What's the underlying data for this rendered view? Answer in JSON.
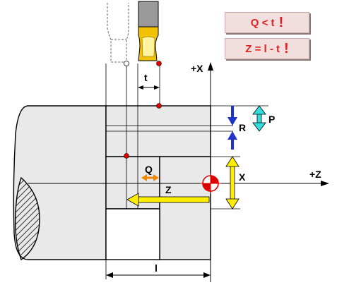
{
  "formulas": [
    {
      "text": "Q < t",
      "mark": "!"
    },
    {
      "text": "Z = l - t",
      "mark": "!"
    }
  ],
  "labels": {
    "plus_x": "+X",
    "plus_z": "+Z",
    "t": "t",
    "p": "P",
    "r": "R",
    "q": "Q",
    "x": "X",
    "z": "Z",
    "l": "l"
  },
  "colors": {
    "formula_text": "#e02020",
    "formula_bg": "#f3dede",
    "yellow_arrow": "#ffee00",
    "cyan_arrow": "#33dddd",
    "blue_arrow": "#2233cc",
    "orange_arrow": "#ee8800",
    "red_point": "#dd0000",
    "tool_yellow": "#f2c200"
  }
}
